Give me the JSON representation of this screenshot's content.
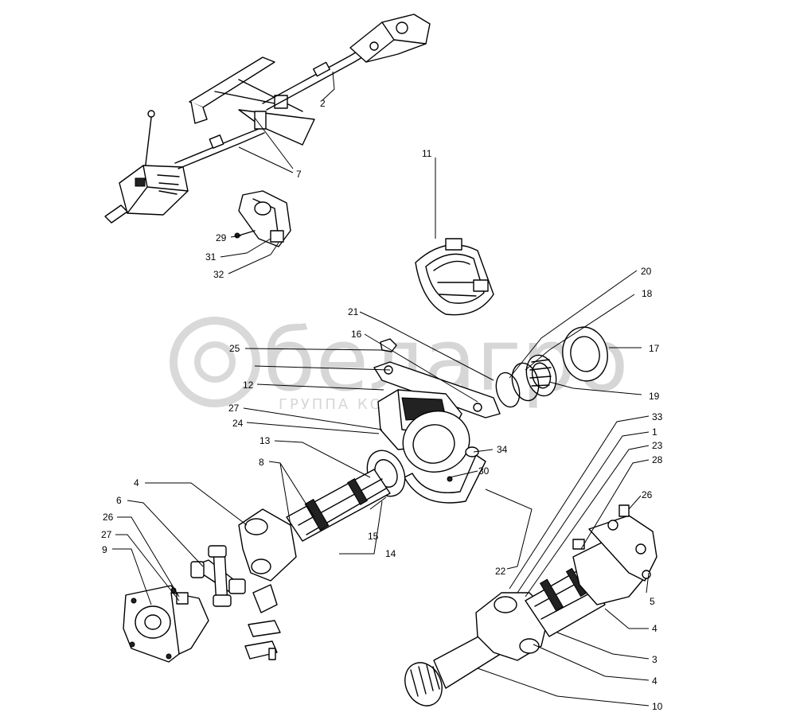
{
  "watermark": {
    "logo_text": "белагро",
    "sub_text": "ГРУППА КОМПАНИЙ"
  },
  "callouts": {
    "c1": "1",
    "c2": "2",
    "c3": "3",
    "c4a": "4",
    "c4b": "4",
    "c4c": "4",
    "c5": "5",
    "c6": "6",
    "c7": "7",
    "c8": "8",
    "c9": "9",
    "c10": "10",
    "c11": "11",
    "c12": "12",
    "c13": "13",
    "c14": "14",
    "c15": "15",
    "c16": "16",
    "c17": "17",
    "c18": "18",
    "c19": "19",
    "c20": "20",
    "c21": "21",
    "c22": "22",
    "c23": "23",
    "c24": "24",
    "c25": "25",
    "c26a": "26",
    "c26b": "26",
    "c27a": "27",
    "c27b": "27",
    "c28": "28",
    "c29": "29",
    "c30": "30",
    "c31": "31",
    "c32": "32",
    "c33": "33",
    "c34": "34"
  },
  "icons": [
    "gearbox-icon",
    "shaft-icon",
    "bearing-housing-icon",
    "universal-joint-icon",
    "flange-icon"
  ]
}
